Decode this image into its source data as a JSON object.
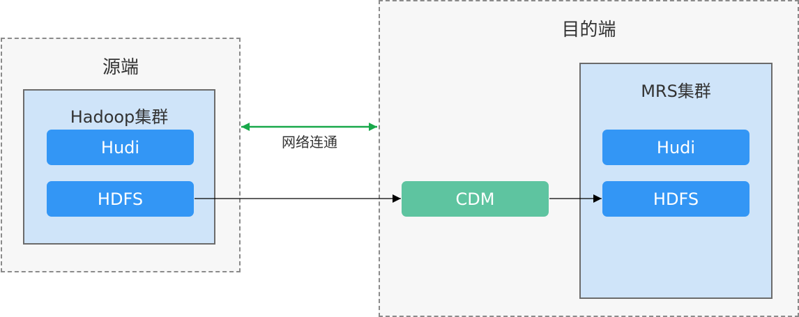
{
  "source_zone": {
    "title": "源端",
    "cluster": {
      "title": "Hadoop集群",
      "nodes": [
        "Hudi",
        "HDFS"
      ]
    }
  },
  "target_zone": {
    "title": "目的端",
    "cdm": "CDM",
    "cluster": {
      "title": "MRS集群",
      "nodes": [
        "Hudi",
        "HDFS"
      ]
    }
  },
  "connection": {
    "label": "网络连通"
  },
  "colors": {
    "node_blue": "#3396f5",
    "node_green": "#5ec4a0",
    "cluster_fill": "#cfe4f9",
    "zone_fill": "#f7f7f7",
    "network_arrow": "#18a84a"
  }
}
